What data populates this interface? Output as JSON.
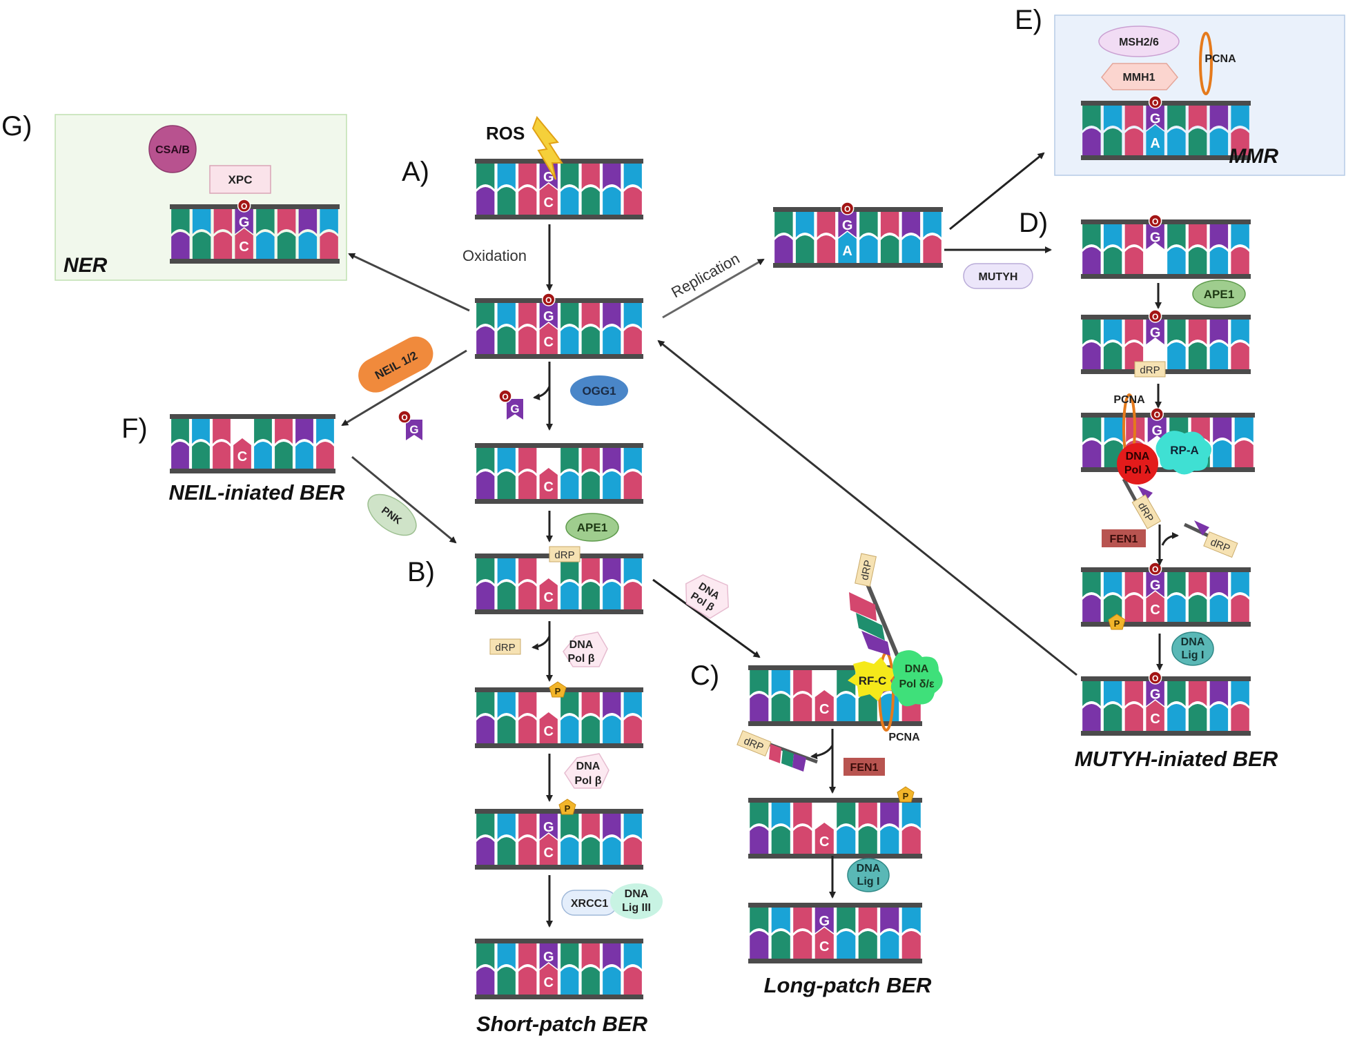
{
  "panels": {
    "a": "A)",
    "b": "B)",
    "c": "C)",
    "d": "D)",
    "e": "E)",
    "f": "F)",
    "g": "G)"
  },
  "titles": {
    "ner": "NER",
    "mmr": "MMR",
    "neil": "NEIL-iniated BER",
    "short": "Short-patch BER",
    "long": "Long-patch BER",
    "mutyh": "MUTYH-iniated BER"
  },
  "labels": {
    "ros": "ROS",
    "oxidation": "Oxidation",
    "replication": "Replication",
    "ogg1": "OGG1",
    "ape1": "APE1",
    "ape1_d": "APE1",
    "neil12": "NEIL 1/2",
    "pnk": "PNK",
    "dna_pol_b_line1": "DNA",
    "dna_pol_b_line2": "Pol β",
    "drp": "dRP",
    "p": "P",
    "xrcc1": "XRCC1",
    "dna_lig_iii_line1": "DNA",
    "dna_lig_iii_line2": "Lig III",
    "rfc": "RF-C",
    "pol_de_line1": "DNA",
    "pol_de_line2": "Pol δ/ε",
    "pcna": "PCNA",
    "fen1": "FEN1",
    "lig_i_line1": "DNA",
    "lig_i_line2": "Lig I",
    "mutyh": "MUTYH",
    "rpa": "RP-A",
    "pol_l_line1": "DNA",
    "pol_l_line2": "Pol λ",
    "msh": "MSH2/6",
    "mmh1": "MMH1",
    "csab": "CSA/B",
    "xpc": "XPC",
    "oxo": "O",
    "base_g": "G",
    "base_c": "C",
    "base_a": "A"
  },
  "colors": {
    "teal": "#1f8f6e",
    "blue": "#1aa3d6",
    "pink": "#d4476e",
    "purple": "#7a34a8",
    "rail": "#4b4b4b",
    "oxo": "#a31515",
    "pcna": "#e57a1c",
    "ape1_fill": "#9fcd8e",
    "ogg1_fill": "#4a86c8",
    "neil_fill": "#f08a3c",
    "ner_bg": "#f1f8ec",
    "mmr_bg": "#eaf1fb"
  }
}
